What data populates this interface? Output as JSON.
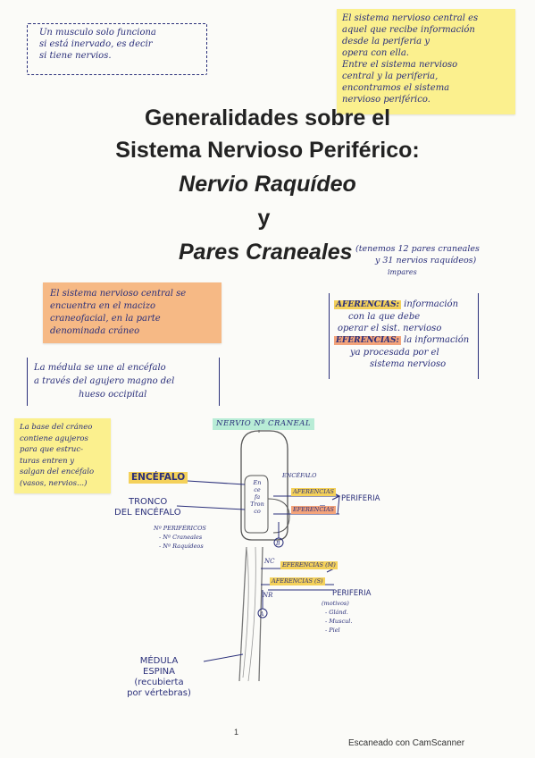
{
  "top_left_note": {
    "lines": [
      "Un musculo solo funciona",
      "si está inervado, es decir",
      "si tiene nervios."
    ]
  },
  "top_right_note": {
    "lines": [
      "El sistema nervioso central es",
      "aquel que recibe información",
      "desde la periferia y",
      "opera con ella.",
      "Entre el sistema nervioso",
      "central y la periferia,",
      "encontramos el sistema",
      "nervioso periférico."
    ]
  },
  "title": {
    "line1": "Generalidades sobre el",
    "line2": "Sistema Nervioso Periférico:",
    "line3": "Nervio Raquídeo",
    "line4": "y",
    "line5": "Pares Craneales"
  },
  "title_annotation": {
    "lines": [
      "(tenemos 12 pares craneales",
      "y 31 nervios raquídeos)",
      "impares"
    ]
  },
  "orange_note": {
    "lines": [
      "El sistema nervioso central se",
      "encuentra en el macizo",
      "craneofacial, en la parte",
      "denominada cráneo"
    ]
  },
  "afferent_note": {
    "label_afferent": "AFERENCIAS:",
    "afferent_text_1": "información",
    "afferent_text_2": "con la que debe",
    "afferent_text_3": "operar el sist. nervioso",
    "label_efferent": "EFERENCIAS:",
    "efferent_text_1": "la información",
    "efferent_text_2": "ya procesada por el",
    "efferent_text_3": "sistema nervioso"
  },
  "medulla_note": {
    "lines": [
      "La médula se une al encéfalo",
      "a través del agujero magno del",
      "hueso occipital"
    ]
  },
  "yellow_note": {
    "lines": [
      "La base del cráneo",
      "contiene agujeros",
      "para que estruc-",
      "turas entren y",
      "salgan del encéfalo",
      "(vasos, nervios...)"
    ]
  },
  "diagram": {
    "label_top": "NERVIO Nº CRANEAL",
    "label_encefalo_hl": "ENCÉFALO",
    "label_encefalo_small": "ENCÉFALO",
    "label_tronco_1": "TRONCO",
    "label_tronco_2": "DEL ENCÉFALO",
    "label_nervio_list_1": "Nº PERIFÉRICOS",
    "label_nervio_list_2": "- Nº Craneales",
    "label_nervio_list_3": "- Nº Raquídeos",
    "label_aferencias_1": "AFERENCIAS",
    "label_eferencias_1": "EFERENCIAS",
    "label_periferia_1": "PERIFERIA",
    "label_eferencias_2": "EFERENCIAS (M)",
    "label_aferencias_2": "AFERENCIAS (S)",
    "label_periferia_2": "PERIFERIA",
    "label_periferia_sub_1": "(motivos)",
    "label_periferia_sub_2": "- Glánd.",
    "label_periferia_sub_3": "- Muscul.",
    "label_periferia_sub_4": "- Piel",
    "label_nc": "NC",
    "label_nr": "NR",
    "label_medula_1": "MÉDULA",
    "label_medula_2": "ESPINA",
    "label_medula_3": "(recubierta",
    "label_medula_4": "por vértebras)",
    "inner_1": "En",
    "inner_2": "ce",
    "inner_3": "fa",
    "inner_4": "Tron",
    "inner_5": "co",
    "circle_a": "B",
    "circle_b": "A"
  },
  "footer": {
    "page_number": "1",
    "scanner": "Escaneado con CamScanner"
  },
  "colors": {
    "yellow": "#fbf08e",
    "orange": "#f6b985",
    "ink": "#2a2f7a",
    "highlight_yellow": "#f4d15a",
    "highlight_orange": "#f3a37a",
    "highlight_green": "#b8ecd6"
  }
}
